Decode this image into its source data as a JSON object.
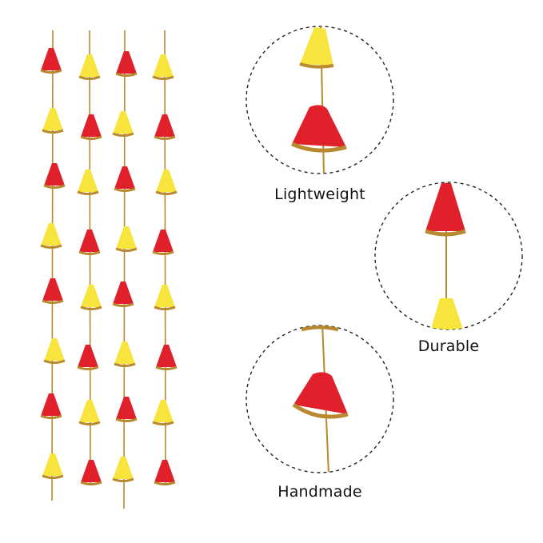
{
  "features": [
    {
      "label": "Lightweight"
    },
    {
      "label": "Durable"
    },
    {
      "label": "Handmade"
    }
  ],
  "colors": {
    "red": "#e0202a",
    "yellow": "#f7e43c",
    "gold": "#b8892e",
    "background": "#ffffff"
  },
  "strands": [
    [
      "red",
      "yellow",
      "red",
      "yellow",
      "red",
      "yellow",
      "red",
      "yellow"
    ],
    [
      "yellow",
      "red",
      "yellow",
      "red",
      "yellow",
      "red",
      "yellow",
      "red"
    ],
    [
      "red",
      "yellow",
      "red",
      "yellow",
      "red",
      "yellow",
      "red",
      "yellow"
    ],
    [
      "yellow",
      "red",
      "yellow",
      "red",
      "yellow",
      "red",
      "yellow",
      "red"
    ]
  ]
}
